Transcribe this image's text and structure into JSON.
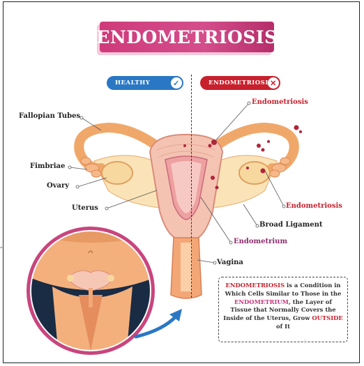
{
  "title": "ENDOMETRIOSIS",
  "badges": {
    "healthy": "HEALTHY",
    "endometriosis": "ENDOMETRIOSIS"
  },
  "labels": {
    "fallopian_tubes": "Fallopian Tubes",
    "fimbriae": "Fimbriae",
    "ovary": "Ovary",
    "uterus": "Uterus",
    "endometriosis_top": "Endometriosis",
    "endometriosis_right": "Endometriosis",
    "broad_ligament": "Broad Ligament",
    "endometrium": "Endometrium",
    "vagina": "Vagina"
  },
  "info": {
    "part1": "ENDOMETRIOSIS",
    "part2": " is a Condition in Which Cells Similar to Those in the ",
    "part3": "ENDOMETRIUM",
    "part4": ", the Layer of Tissue that Normally Covers the Inside of the Uterus, Grow ",
    "part5": "OUTSIDE",
    "part6": " of It"
  },
  "watermark": "+",
  "edge_mark": "-",
  "colors": {
    "title_bg": "#cf3a7a",
    "healthy": "#2a78c4",
    "endometriosis": "#c8202d",
    "uterus": "#f1b9a8",
    "tube": "#f5c08a",
    "lesion": "#b0253a"
  }
}
